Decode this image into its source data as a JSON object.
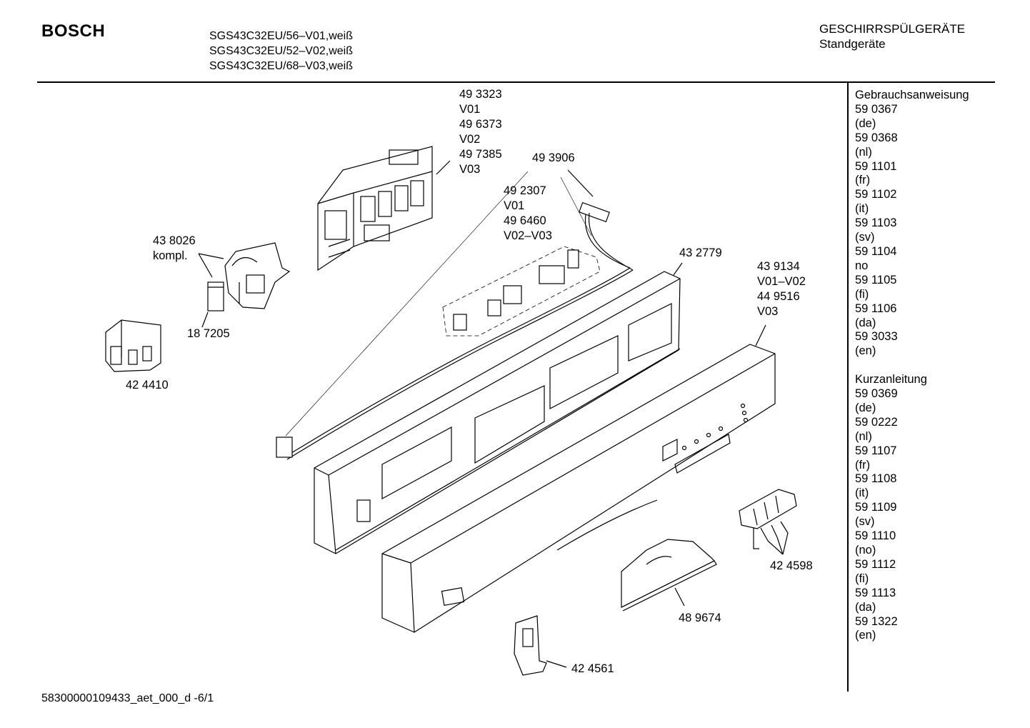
{
  "header": {
    "brand": "BOSCH",
    "models": [
      "SGS43C32EU/56–V01,weiß",
      "SGS43C32EU/52–V02,weiß",
      "SGS43C32EU/68–V03,weiß"
    ],
    "category": [
      "GESCHIRRSPÜLGERÄTE",
      "Standgeräte"
    ]
  },
  "sidebar": {
    "section1_title": "Gebrauchsanweisung",
    "section1_items": [
      "59 0367",
      "(de)",
      "59 0368",
      "(nl)",
      "59 1101",
      "(fr)",
      "59 1102",
      "(it)",
      "59 1103",
      "(sv)",
      "59 1104",
      "no",
      "59 1105",
      "(fi)",
      "59 1106",
      "(da)",
      "59 3033",
      "(en)"
    ],
    "section2_title": "Kurzanleitung",
    "section2_items": [
      "59 0369",
      "(de)",
      "59 0222",
      "(nl)",
      "59 1107",
      "(fr)",
      "59 1108",
      "(it)",
      "59 1109",
      "(sv)",
      "59 1110",
      "(no)",
      "59 1112",
      "(fi)",
      "59 1113",
      "(da)",
      "59 1322",
      "(en)"
    ]
  },
  "parts": {
    "module": [
      "49 3323",
      "V01",
      "49 6373",
      "V02",
      "49 7385",
      "V03"
    ],
    "cable": [
      "49 3906"
    ],
    "connectors": [
      "49 2307",
      "V01",
      "49 6460",
      "V02–V03"
    ],
    "frame": [
      "43 2779"
    ],
    "panel": [
      "43 9134",
      "V01–V02",
      "44 9516",
      "V03"
    ],
    "switch": [
      "43 8026",
      "kompl."
    ],
    "capacitor": [
      "18 7205"
    ],
    "terminal": [
      "42 4410"
    ],
    "buttons": [
      "42 4598"
    ],
    "handle": [
      "48 9674"
    ],
    "latch": [
      "42 4561"
    ]
  },
  "footer": "58300000109433_aet_000_d   -6/1"
}
